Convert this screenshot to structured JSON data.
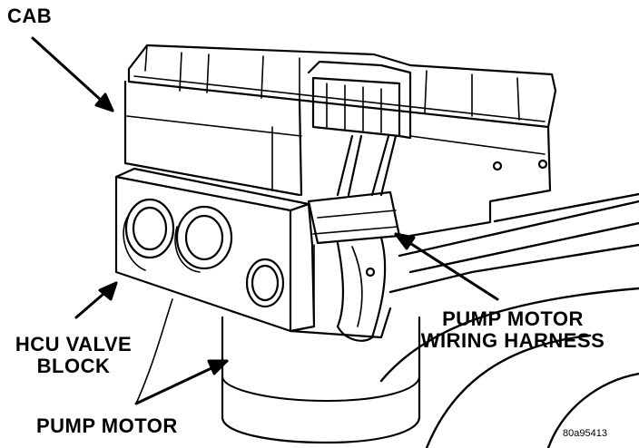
{
  "labels": {
    "cab": "CAB",
    "hcu_line1": "HCU VALVE",
    "hcu_line2": "BLOCK",
    "pump_motor": "PUMP MOTOR",
    "harness_line1": "PUMP MOTOR",
    "harness_line2": "WIRING HARNESS"
  },
  "figure_id": "80a95413",
  "colors": {
    "ink": "#000000",
    "paper": "#ffffff"
  }
}
